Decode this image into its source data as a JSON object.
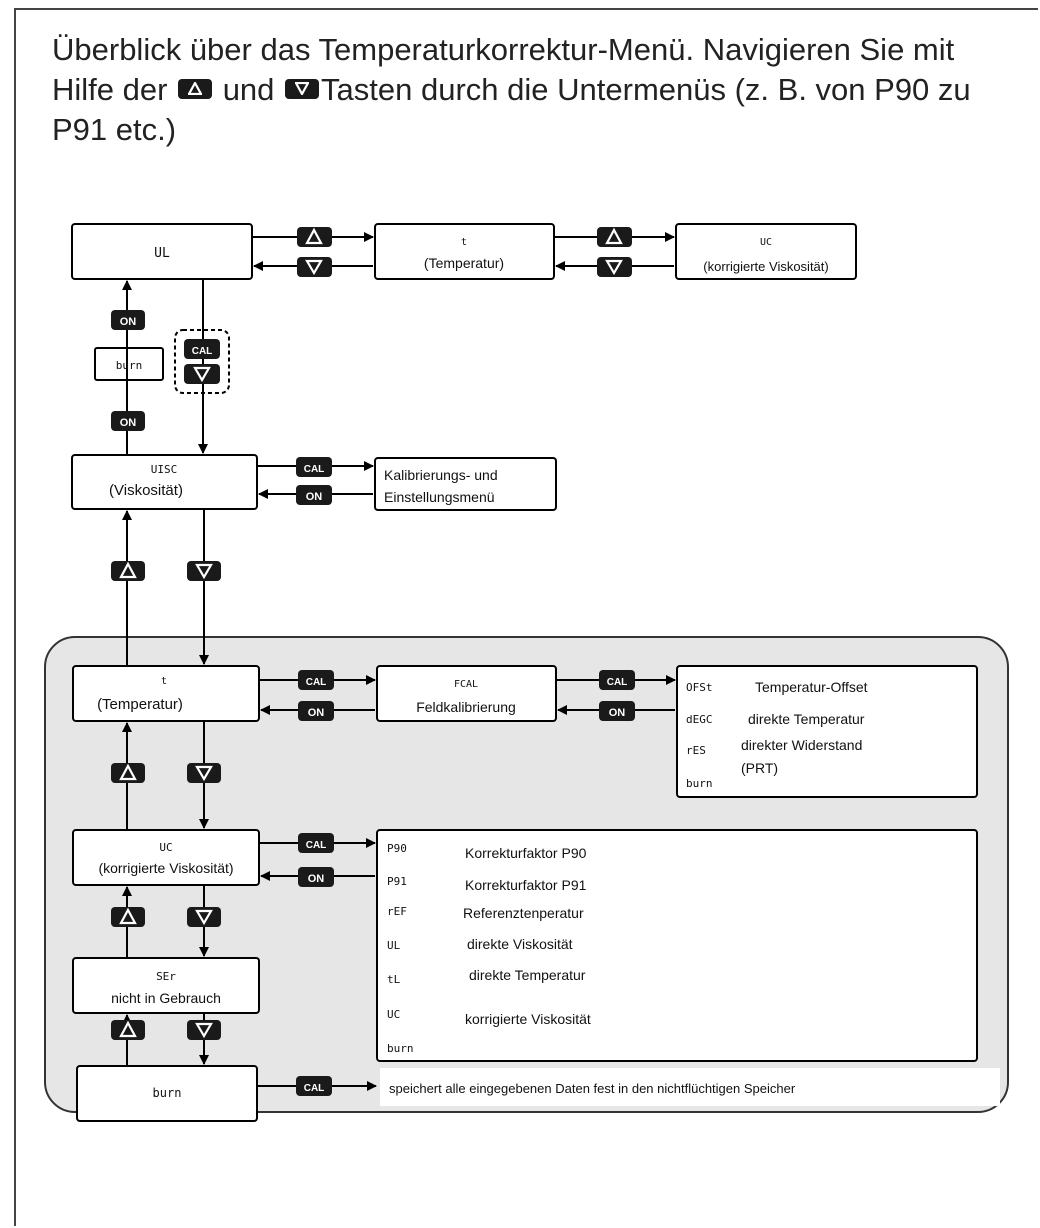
{
  "header": {
    "line1": "Überblick über das Temperaturkorrektur-Menü. Navigieren Sie mit",
    "line2_a": "Hilfe der",
    "line2_b": "und",
    "line2_c": "Tasten durch die Untermenüs (z. B. von P90 zu",
    "line3": "P91 etc.)"
  },
  "keys": {
    "cal": "CAL",
    "on": "ON",
    "up": "up-triangle-icon",
    "down": "down-triangle-icon"
  },
  "boxes": {
    "ul": {
      "code": "UL"
    },
    "t_top": {
      "code": "t",
      "label": "(Temperatur)"
    },
    "uc_top": {
      "code": "UC",
      "label": "(korrigierte Viskosität)"
    },
    "burn_small": {
      "code": "burn"
    },
    "visc": {
      "code": "UISC",
      "label": "(Viskosität)"
    },
    "calmenu": {
      "label1": "Kalibrierungs- und",
      "label2": "Einstellungsmenü"
    },
    "t_low": {
      "code": "t",
      "label": "(Temperatur)"
    },
    "fcal": {
      "code": "FCAL",
      "label": "Feldkalibrierung"
    },
    "uc_low": {
      "code": "UC",
      "label": "(korrigierte Viskosität)"
    },
    "ser": {
      "code": "SEr",
      "label": "nicht in Gebrauch"
    },
    "burn_low": {
      "code": "burn"
    }
  },
  "offset_list": [
    {
      "code": "OFSt",
      "label": "Temperatur-Offset"
    },
    {
      "code": "dEGC",
      "label": "direkte Temperatur"
    },
    {
      "code": "rES",
      "label": "direkter Widerstand"
    },
    {
      "code": "",
      "label": "(PRT)"
    },
    {
      "code": "burn",
      "label": ""
    }
  ],
  "correction_list": [
    {
      "code": "P90",
      "label": "Korrekturfaktor P90"
    },
    {
      "code": "P91",
      "label": "Korrekturfaktor P91"
    },
    {
      "code": "rEF",
      "label": "Referenztenperatur"
    },
    {
      "code": "UL",
      "label": "direkte Viskosität"
    },
    {
      "code": "tL",
      "label": "direkte Temperatur"
    },
    {
      "code": "UC",
      "label": "korrigierte Viskosität"
    },
    {
      "code": "burn",
      "label": ""
    }
  ],
  "footer_note": "speichert alle eingegebenen Daten fest in den nichtflüchtigen Speicher",
  "colors": {
    "panel": "#e6e6e6",
    "key": "#1a1a1a",
    "line": "#000000"
  }
}
